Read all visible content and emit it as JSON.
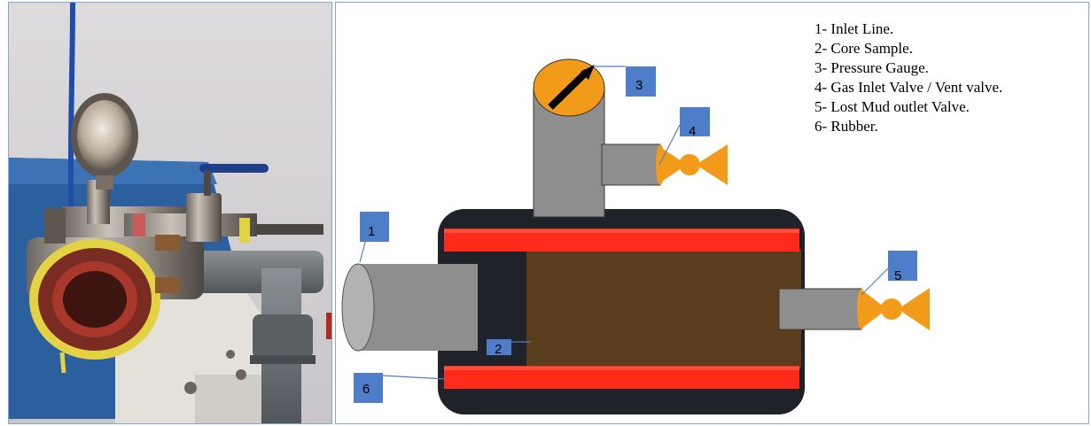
{
  "legend": [
    "1- Inlet Line.",
    "2- Core Sample.",
    "3- Pressure Gauge.",
    "4- Gas Inlet Valve / Vent valve.",
    "5- Lost Mud outlet Valve.",
    "6- Rubber."
  ],
  "callouts": {
    "inlet_line": "1",
    "core_sample": "2",
    "pressure_gauge": "3",
    "gas_inlet_valve": "4",
    "mud_outlet_valve": "5",
    "rubber": "6"
  },
  "colors": {
    "body": "#1f2329",
    "rubber": "#ff2a1a",
    "core": "#5a3d1c",
    "pipe": "#8e8e8e",
    "valve": "#f29b1b",
    "callout_box": "#4e7ec9",
    "panel_border": "#7fa7d8"
  }
}
